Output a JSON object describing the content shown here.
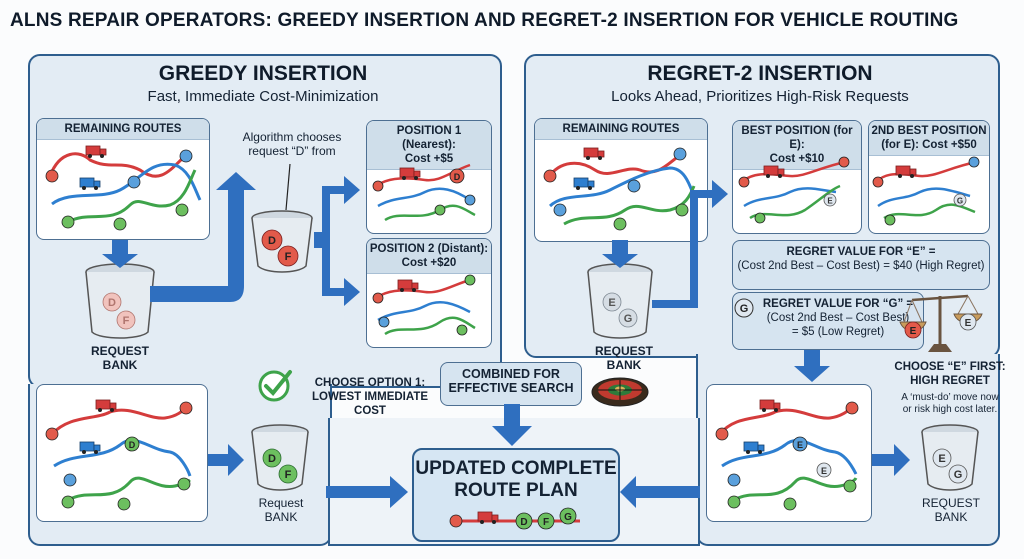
{
  "title": "ALNS REPAIR OPERATORS: GREEDY INSERTION AND REGRET-2 INSERTION FOR VEHICLE ROUTING",
  "greedy": {
    "heading": "GREEDY INSERTION",
    "subheading": "Fast, Immediate Cost-Minimization",
    "remaining_routes": "REMAINING ROUTES",
    "algorithm_note_1": "Algorithm chooses",
    "algorithm_note_2": "request “D” from",
    "position1": "POSITION 1 (Nearest):",
    "position1_cost": "Cost +$5",
    "position2": "POSITION 2 (Distant):",
    "position2_cost": "Cost +$20",
    "bank_label_1": "REQUEST",
    "bank_label_2": "BANK",
    "choose_1": "CHOOSE OPTION 1:",
    "choose_2": "LOWEST IMMEDIATE COST",
    "bank2_label_1": "Request",
    "bank2_label_2": "BANK",
    "bucket_letters": [
      "D",
      "F"
    ]
  },
  "regret": {
    "heading": "REGRET-2 INSERTION",
    "subheading": "Looks Ahead, Prioritizes High-Risk Requests",
    "remaining_routes": "REMAINING ROUTES",
    "best_position_1": "BEST POSITION (for E):",
    "best_position_2": "Cost +$10",
    "second_best_1": "2ND BEST POSITION",
    "second_best_2": "(for E): Cost +$50",
    "regret_e_1": "REGRET VALUE FOR “E” =",
    "regret_e_2": "(Cost 2nd Best – Cost Best) = $40 (High Regret)",
    "regret_g_1": "REGRET VALUE FOR “G” =",
    "regret_g_2": "(Cost 2nd Best – Cost Best)",
    "regret_g_3": "= $5 (Low Regret)",
    "choose_1": "CHOOSE “E” FIRST:",
    "choose_2": "HIGH REGRET",
    "choose_note_1": "A ‘must-do’ move now",
    "choose_note_2": "or risk high cost later.",
    "bank_label_1": "REQUEST",
    "bank_label_2": "BANK",
    "bank2_label_1": "REQUEST",
    "bank2_label_2": "BANK",
    "bucket_letters": [
      "E",
      "G"
    ]
  },
  "combined_1": "COMBINED FOR",
  "combined_2": "EFFECTIVE SEARCH",
  "final_1": "UPDATED COMPLETE",
  "final_2": "ROUTE PLAN",
  "final_nodes": [
    "D",
    "F",
    "G"
  ],
  "colors": {
    "panel_border": "#2e5e8e",
    "panel_fill": "#e3ecf4",
    "arrow": "#2f6fbf",
    "route_red": "#d43c3c",
    "route_blue": "#2e7fd0",
    "route_green": "#3ea34a",
    "node_red": "#e25a4a",
    "node_green": "#6cbf5f",
    "node_blue": "#5aa0dc",
    "check_green": "#3ea34a"
  }
}
